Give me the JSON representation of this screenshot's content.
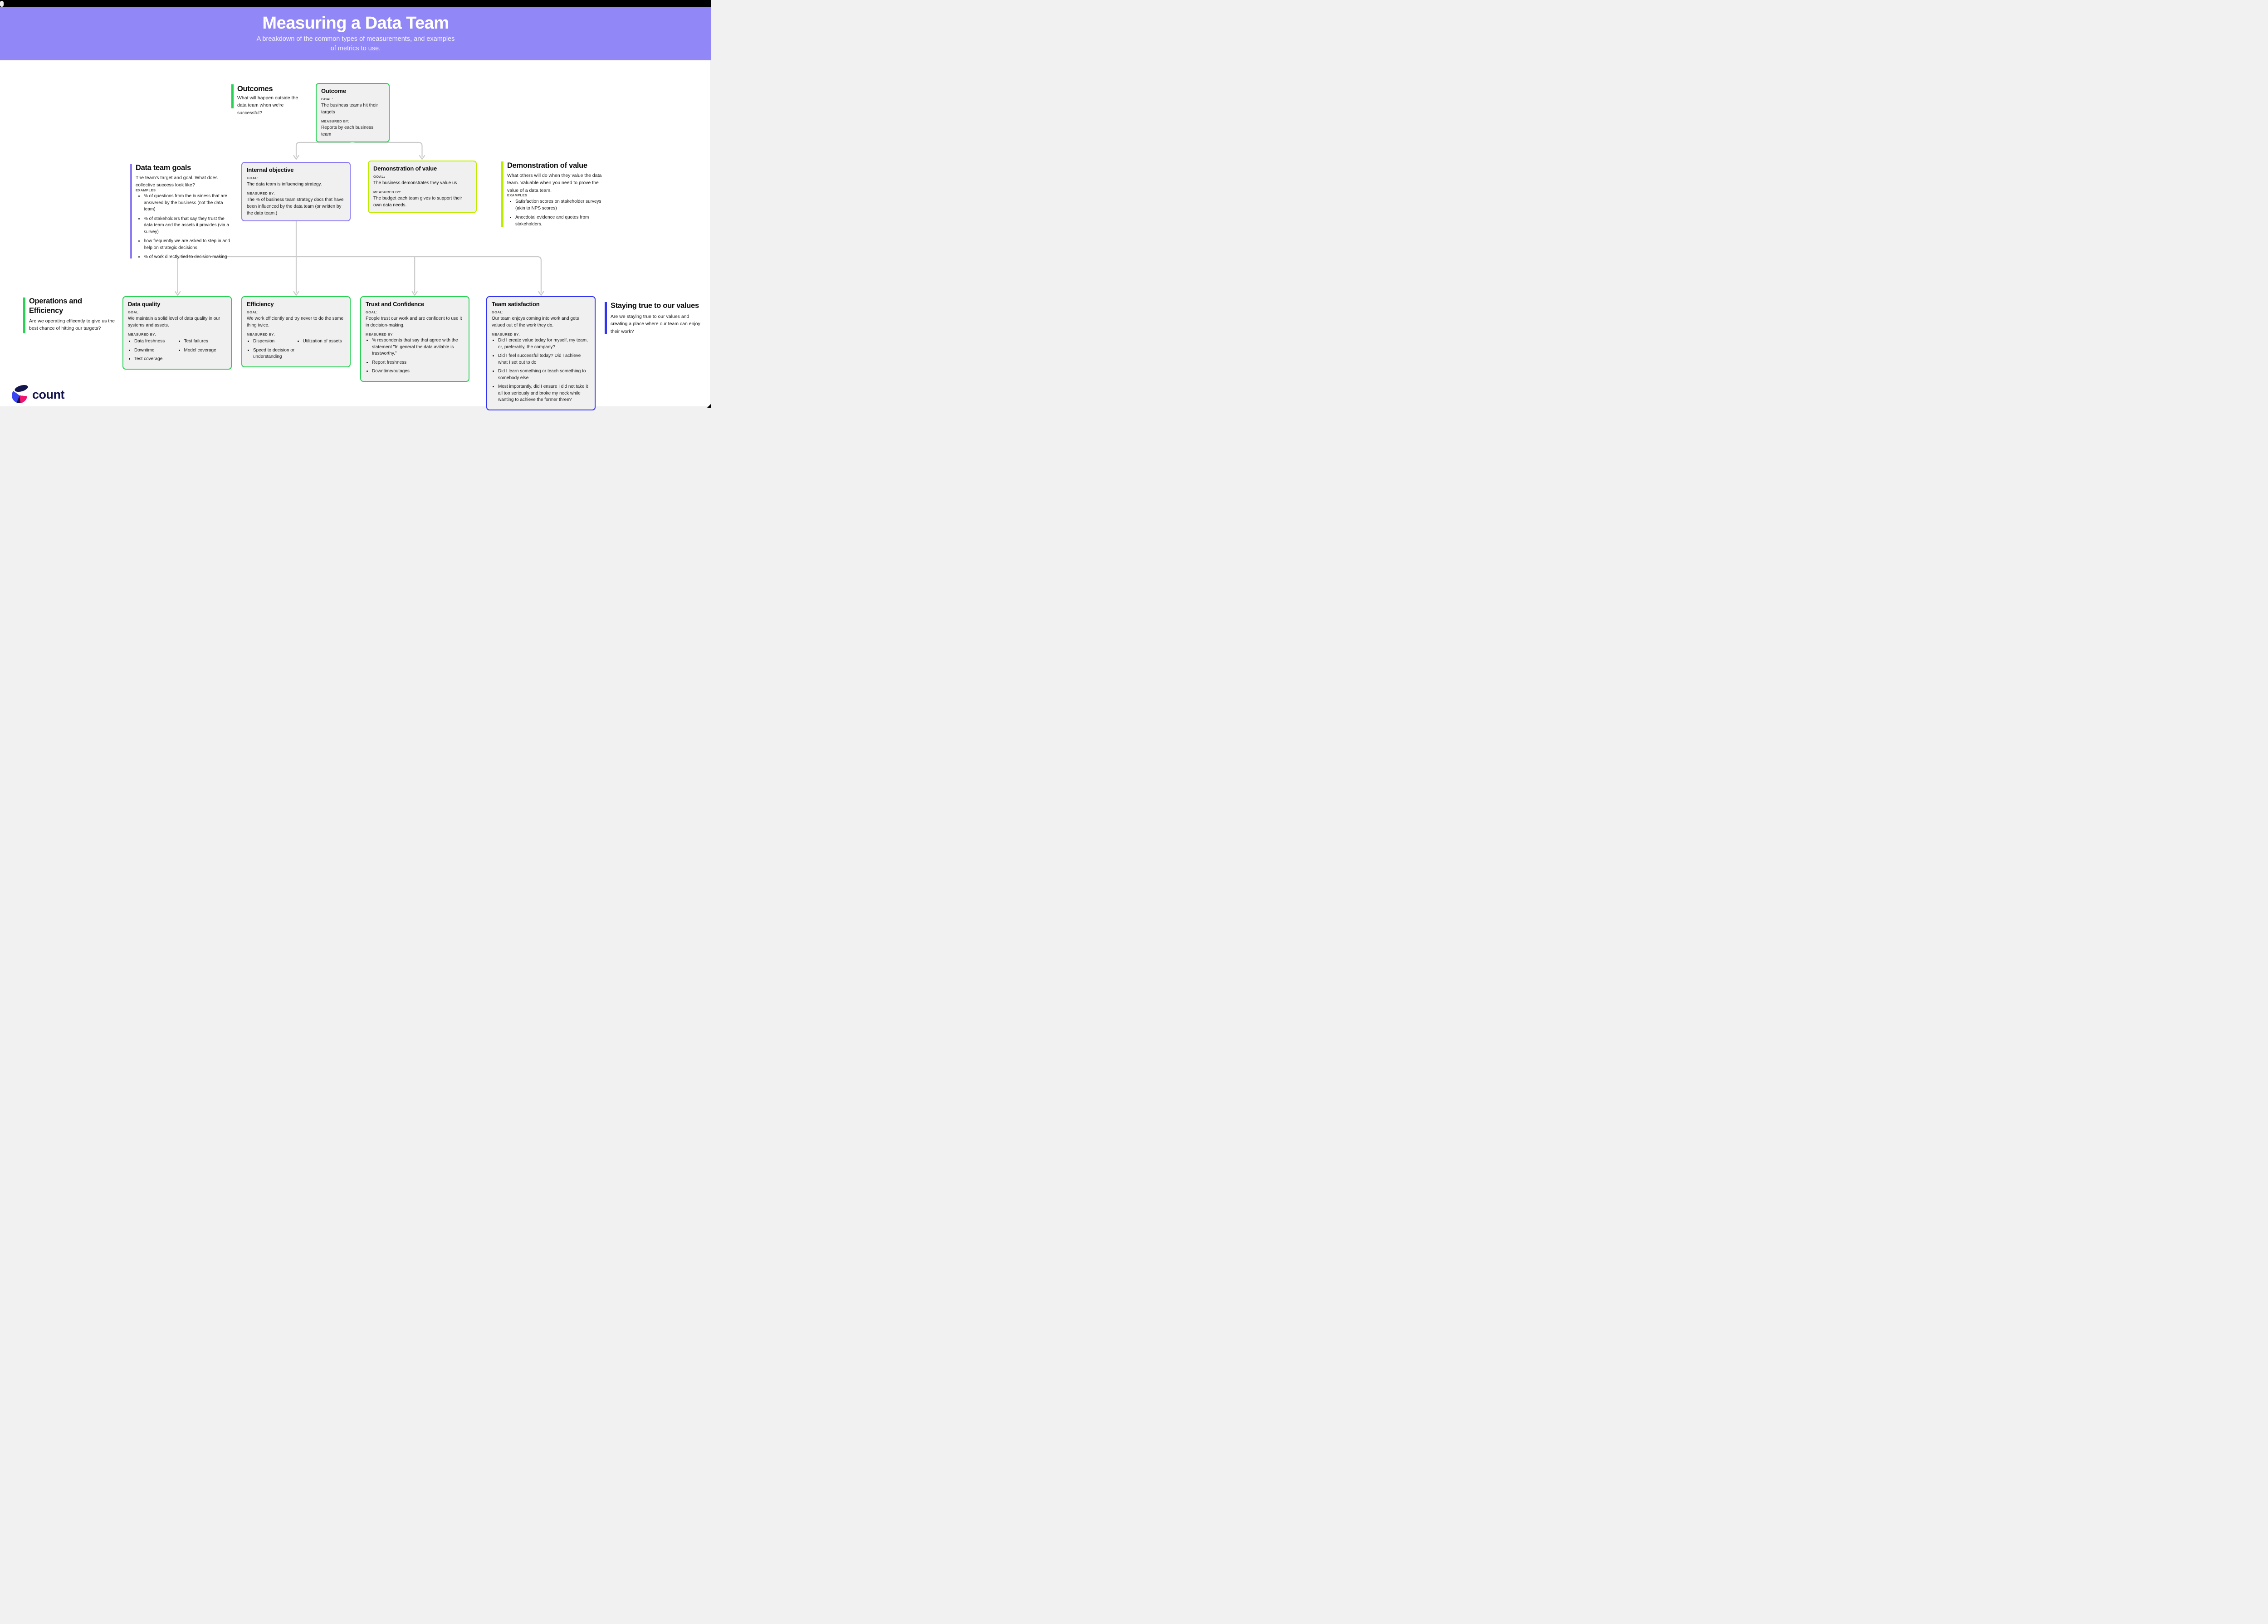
{
  "header": {
    "title": "Measuring a Data Team",
    "subtitle": "A breakdown of the common types of measurements, and examples of metrics to use."
  },
  "labels": {
    "goal": "GOAL:",
    "measured": "MEASURED BY:",
    "examples": "EXAMPLES"
  },
  "sections": {
    "outcomes": {
      "title": "Outcomes",
      "desc": "What will happen outside the data team when we're successful?"
    },
    "data_team_goals": {
      "title": "Data team goals",
      "desc": "The team's target and goal. What does collective success look like?",
      "bullets": [
        "% of questions from the business that are answered by the business (not the data team)",
        "% of stakeholders that say they trust the data team and the assets it provides (via a survey)",
        "how frequently we are asked to step in and help on strategic decisions",
        "% of work directly tied to decision-making"
      ]
    },
    "demo_value": {
      "title": "Demonstration of value",
      "desc": "What others will do when they value the data team. Valuable when you need to prove the value of a data team.",
      "bullets": [
        "Satisfaction scores on stakeholder surveys (akin to NPS scores)",
        "Anecdotal evidence and quotes from stakeholders."
      ]
    },
    "operations": {
      "title": "Operations and Efficiency",
      "desc": "Are we operating efficently to give us the best chance of hitting our targets?"
    },
    "staying_true": {
      "title": "Staying true to our values",
      "desc": "Are we staying true to our values and creating a place where our team can enjoy their work?"
    }
  },
  "cards": {
    "outcome": {
      "title": "Outcome",
      "goal": "The business teams hit their targets",
      "measured": "Reports by each business team"
    },
    "internal_objective": {
      "title": "Internal objective",
      "goal": "The data team is influencing strategy.",
      "measured": "The % of business team strategy docs that have been influenced by the data team (or written by the data team.)"
    },
    "demo_value": {
      "title": "Demonstration of value",
      "goal": "The business demonstrates they value us",
      "measured": "The budget each team gives to support their own data needs."
    },
    "data_quality": {
      "title": "Data quality",
      "goal": "We maintain a solid level of data quality in our systems and assets.",
      "measured_col1": [
        "Data freshness",
        "Downtime",
        "Test coverage"
      ],
      "measured_col2": [
        "Test failures",
        "Model coverage"
      ]
    },
    "efficiency": {
      "title": "Efficiency",
      "goal": "We work efficiently and try never to do the same thing twice.",
      "measured_col1": [
        "Dispersion",
        "Speed to decision or understanding"
      ],
      "measured_col2": [
        "Utilization of assets"
      ]
    },
    "trust": {
      "title": "Trust and Confidence",
      "goal": "People trust our work and are confident to use it in decision-making.",
      "bullets": [
        "% respondents that say that agree with the statement \"In general the data avilable is trustworthy.\"",
        "Report freshness",
        "Downtime/outages"
      ]
    },
    "team_satisfaction": {
      "title": "Team satisfaction",
      "goal": "Our team enjoys coming into work and gets valued out of the work they do.",
      "bullets": [
        "Did I create value today for myself, my team, or, preferably, the company?",
        "Did I feel successful today? Did I achieve what I set out to do",
        "Did I learn something or teach something to somebody else",
        "Most importantly, did I ensure I did not take it all too seriously and broke my neck while wanting to achieve the former three?"
      ]
    }
  },
  "footer": {
    "logo_text": "count"
  },
  "colors": {
    "header_purple": "#9287F7",
    "accent_green": "#2BD157",
    "accent_purple": "#8B7CF4",
    "accent_lime": "#BEEC00",
    "accent_blue": "#3334F0",
    "card_bg": "#F0F0F0",
    "connector_gray": "#CBCBCB",
    "logo_navy": "#14144F",
    "logo_blue": "#3A46F2",
    "logo_pink": "#F0156F"
  }
}
